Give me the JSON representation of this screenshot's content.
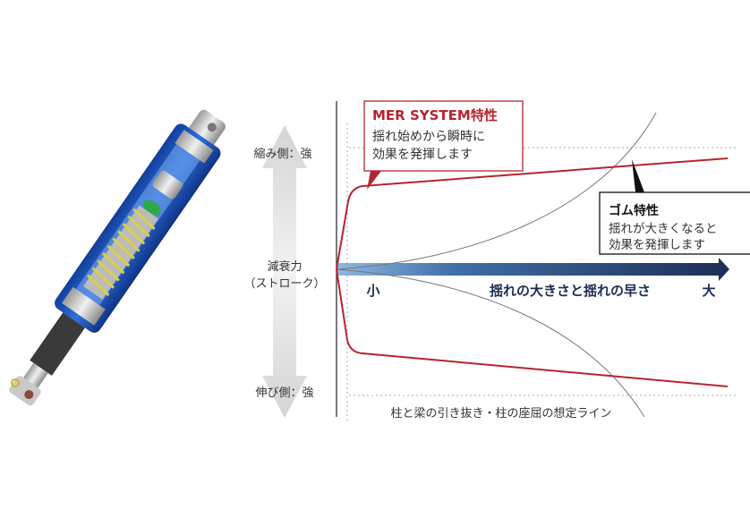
{
  "colors": {
    "red": "#b8232f",
    "navy": "#1e2d55",
    "lightblue": "#7aa8d8",
    "gray": "#d9d9d9"
  },
  "y_axis": {
    "top_label": "縮み側：強",
    "middle_label_1": "減衰力",
    "middle_label_2": "（ストローク）",
    "bottom_label": "伸び側：強"
  },
  "x_axis": {
    "small_label": "小",
    "title": "揺れの大きさと揺れの早さ",
    "large_label": "大"
  },
  "mer_callout": {
    "title": "MER SYSTEM特性",
    "line1": "揺れ始めから瞬時に",
    "line2": "効果を発揮します"
  },
  "rubber_callout": {
    "title": "ゴム特性",
    "line1": "揺れが大きくなると",
    "line2": "効果を発揮します"
  },
  "threshold_caption": "柱と梁の引き抜き・柱の座屈の想定ライン"
}
